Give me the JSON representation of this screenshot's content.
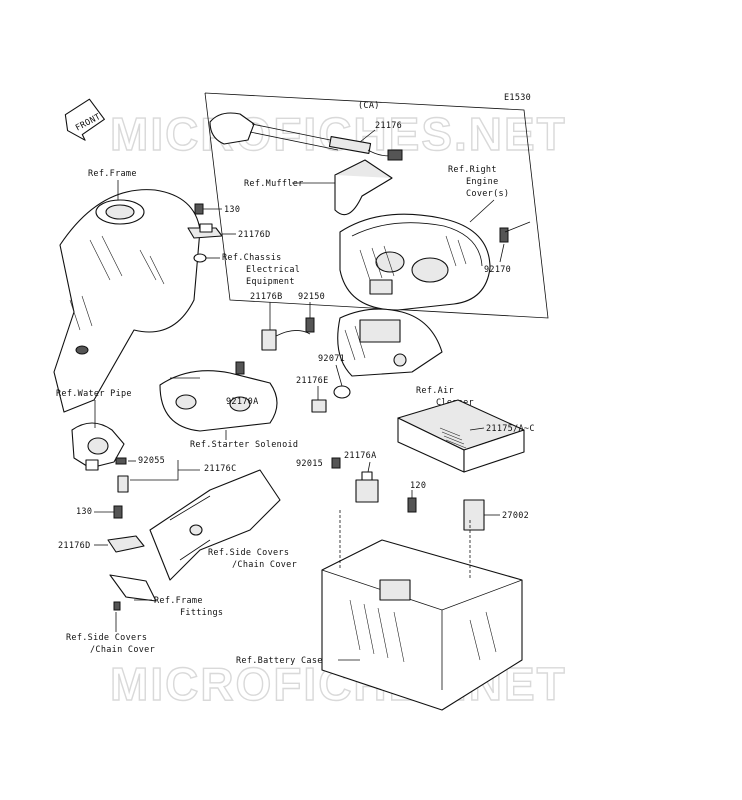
{
  "diagram_code": "E1530",
  "watermarks": [
    "MICROFICHES.NET",
    "MICROFICHES.NET"
  ],
  "front_arrow": "FRONT",
  "labels": {
    "ca": "(CA)",
    "p21176": "21176",
    "ref_muffler": "Ref.Muffler",
    "ref_frame": "Ref.Frame",
    "ref_right_cover": [
      "Ref.Right",
      "Engine",
      "Cover(s)"
    ],
    "p92170": "92170",
    "p130_top": "130",
    "p21176D_top": "21176D",
    "ref_chassis": [
      "Ref.Chassis",
      "Electrical",
      "Equipment"
    ],
    "p21176B": "21176B",
    "p92150": "92150",
    "p92071": "92071",
    "p21176E": "21176E",
    "ref_air_cleaner": [
      "Ref.Air",
      "Cleaner"
    ],
    "p92170A": "92170A",
    "ref_water_pipe": "Ref.Water Pipe",
    "ref_starter": "Ref.Starter Solenoid",
    "p21175": "21175/A~C",
    "p92055": "92055",
    "p21176C": "21176C",
    "p92015": "92015",
    "p21176A": "21176A",
    "p120": "120",
    "p27002": "27002",
    "p130_bottom": "130",
    "p21176D_bottom": "21176D",
    "ref_side_covers_mid": [
      "Ref.Side Covers",
      "/Chain Cover"
    ],
    "ref_frame_fittings": [
      "Ref.Frame",
      "Fittings"
    ],
    "ref_side_covers_bottom": [
      "Ref.Side Covers",
      "/Chain Cover"
    ],
    "ref_battery_case": "Ref.Battery Case"
  }
}
